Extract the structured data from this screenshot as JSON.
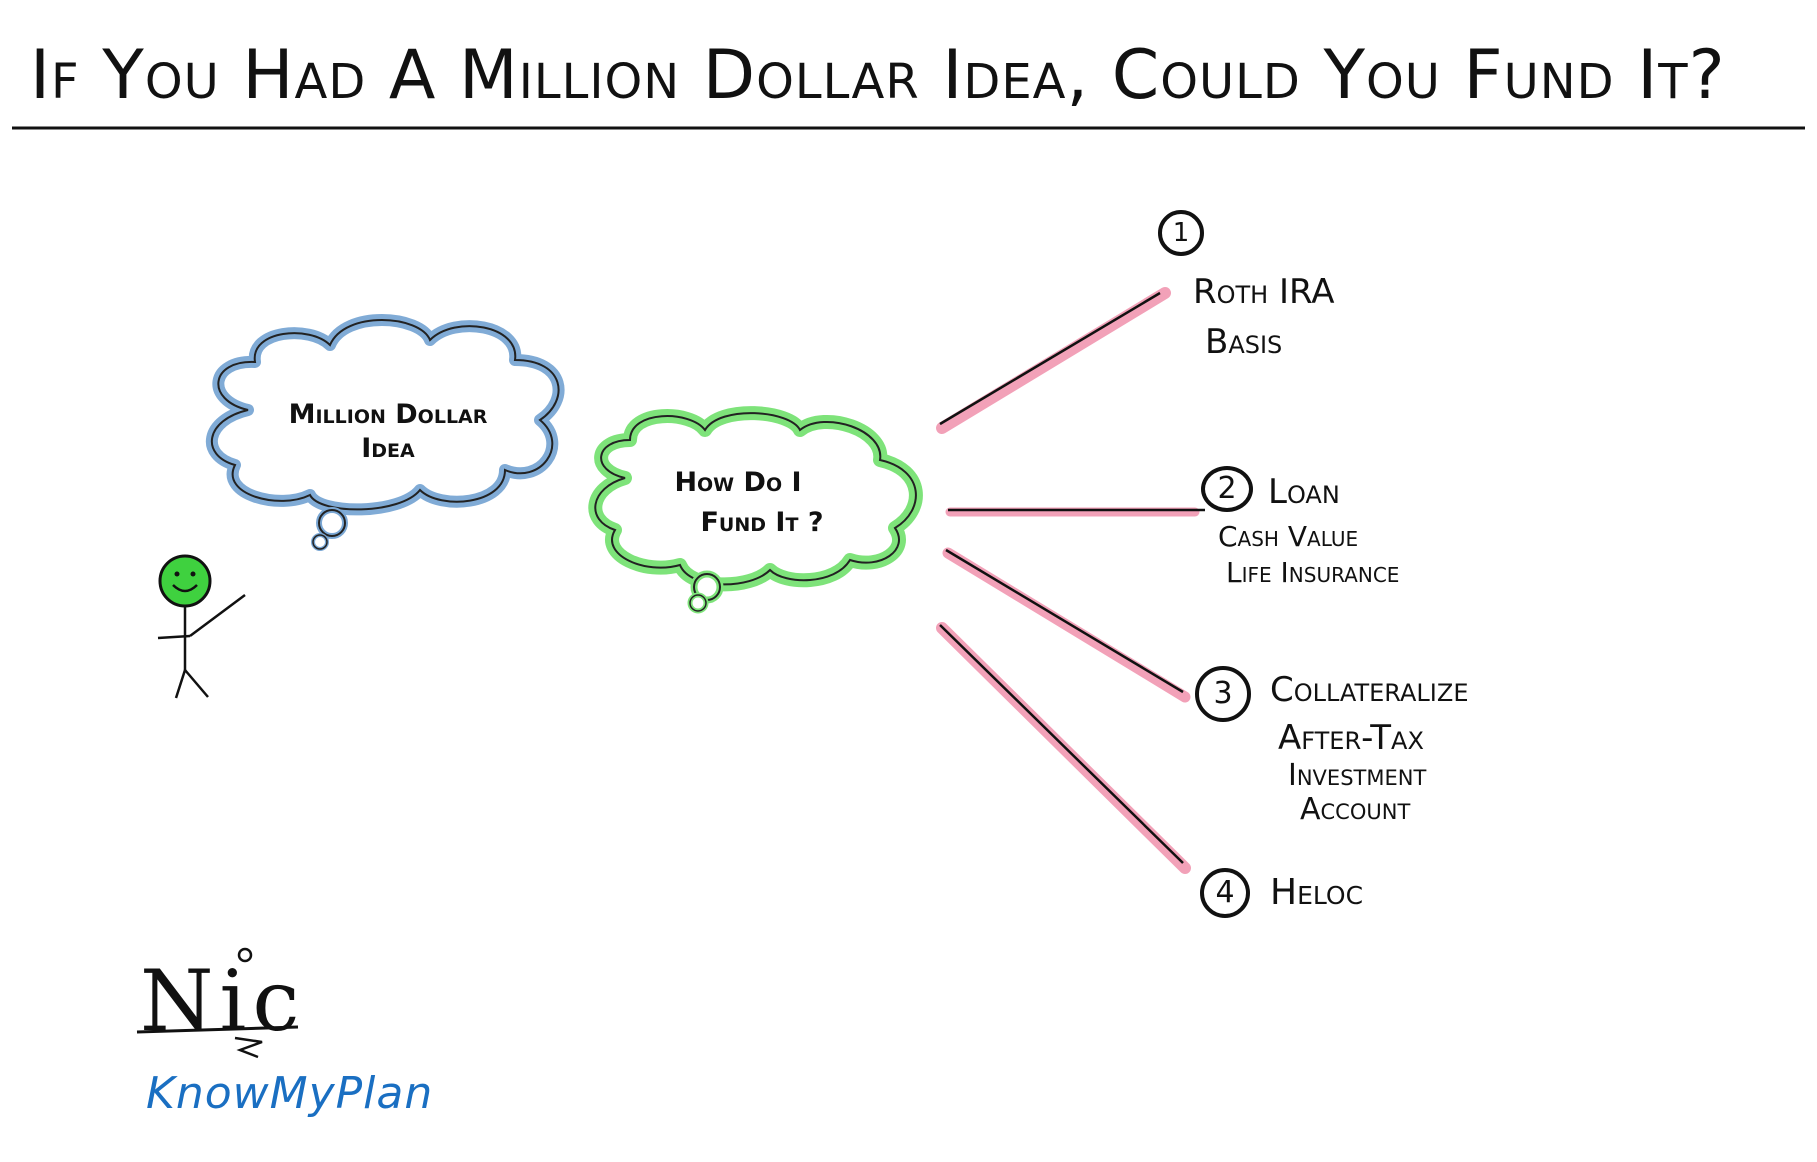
{
  "title": "If You Had A Million Dollar Idea, Could You Fund It?",
  "clouds": {
    "idea": "Million Dollar Idea",
    "question_line1": "How Do I",
    "question_line2": "Fund It ?"
  },
  "options": [
    {
      "number": "1",
      "lines": [
        "Roth IRA",
        "Basis"
      ]
    },
    {
      "number": "2",
      "lines": [
        "Loan",
        "Cash Value",
        "Life Insurance"
      ]
    },
    {
      "number": "3",
      "lines": [
        "Collateralize",
        "After-Tax",
        "Investment",
        "Account"
      ]
    },
    {
      "number": "4",
      "lines": [
        "Heloc"
      ]
    }
  ],
  "signature": "Nic",
  "brand": "KnowMyPlan",
  "colors": {
    "idea_cloud": "#7aa7d4",
    "question_cloud": "#7ee37a",
    "smiley": "#3fd13f",
    "connector_highlight": "#f2a1b8",
    "brand": "#1a6fc2"
  }
}
